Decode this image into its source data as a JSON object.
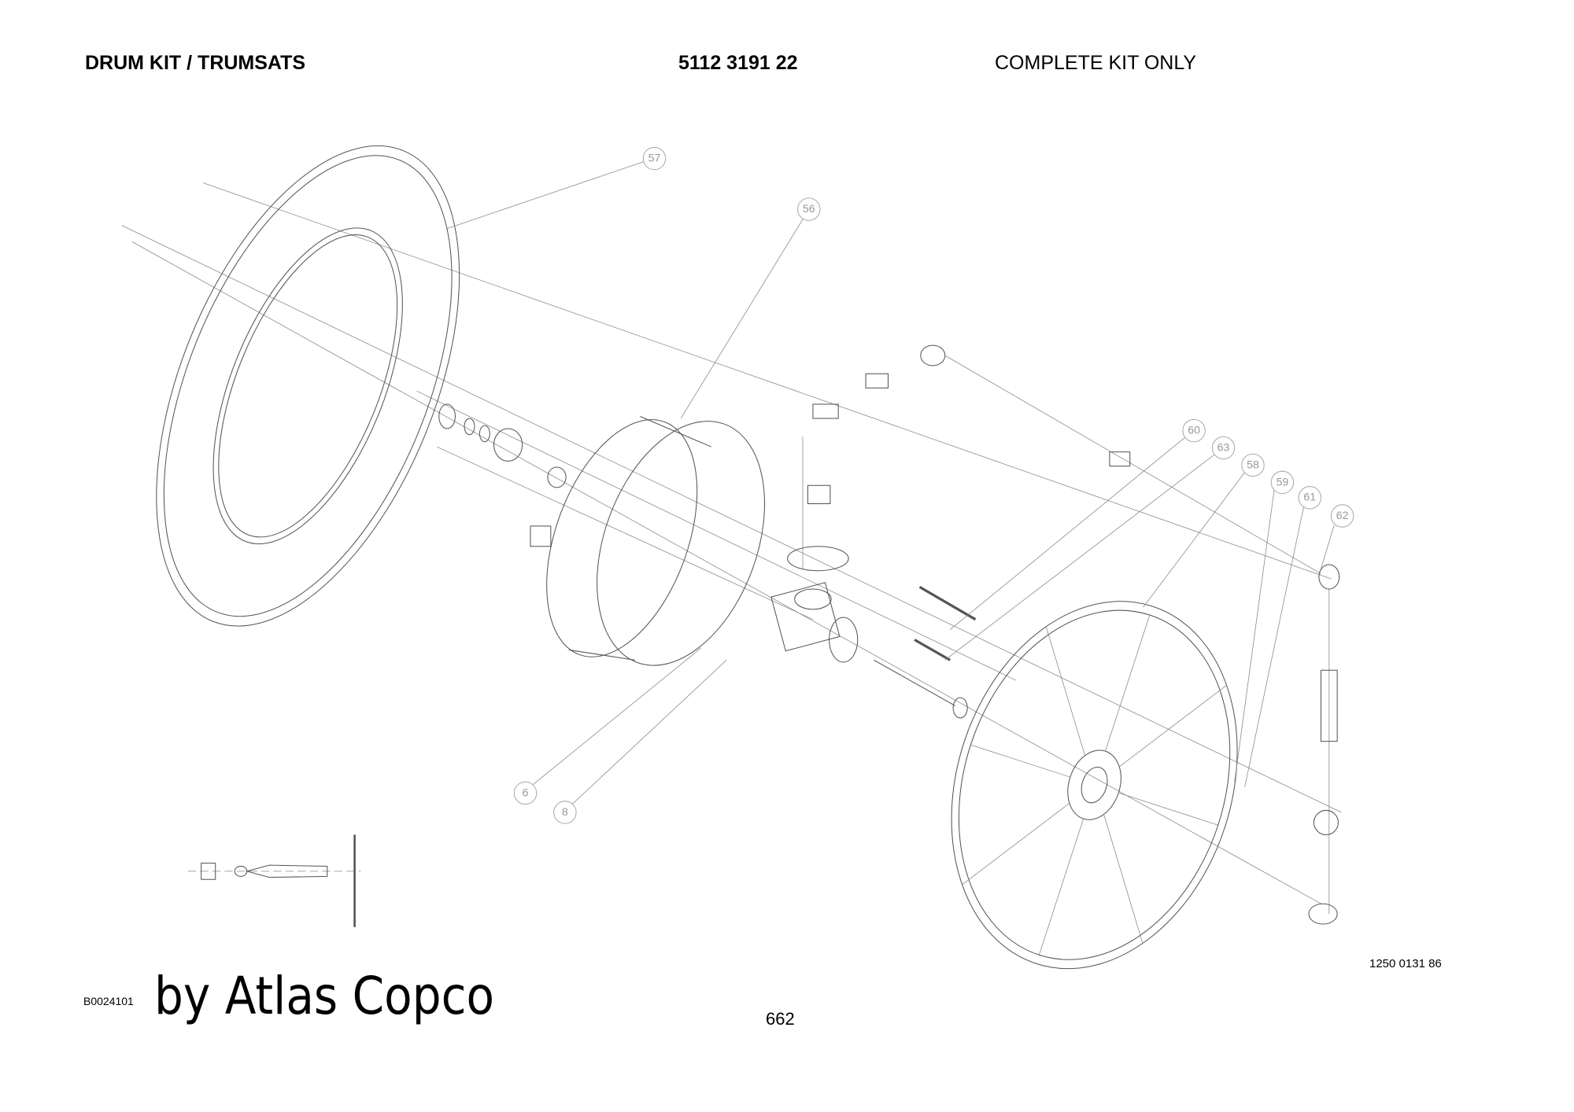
{
  "header": {
    "title": "DRUM KIT / TRUMSATS",
    "part_number": "5112 3191 22",
    "note": "COMPLETE KIT ONLY"
  },
  "diagram": {
    "callouts": [
      "57",
      "56",
      "60",
      "63",
      "58",
      "59",
      "61",
      "62",
      "6",
      "8"
    ],
    "reference_number": "1250 0131 86"
  },
  "footer": {
    "document_id": "B0024101",
    "brand": "by Atlas Copco",
    "page_number": "662"
  }
}
